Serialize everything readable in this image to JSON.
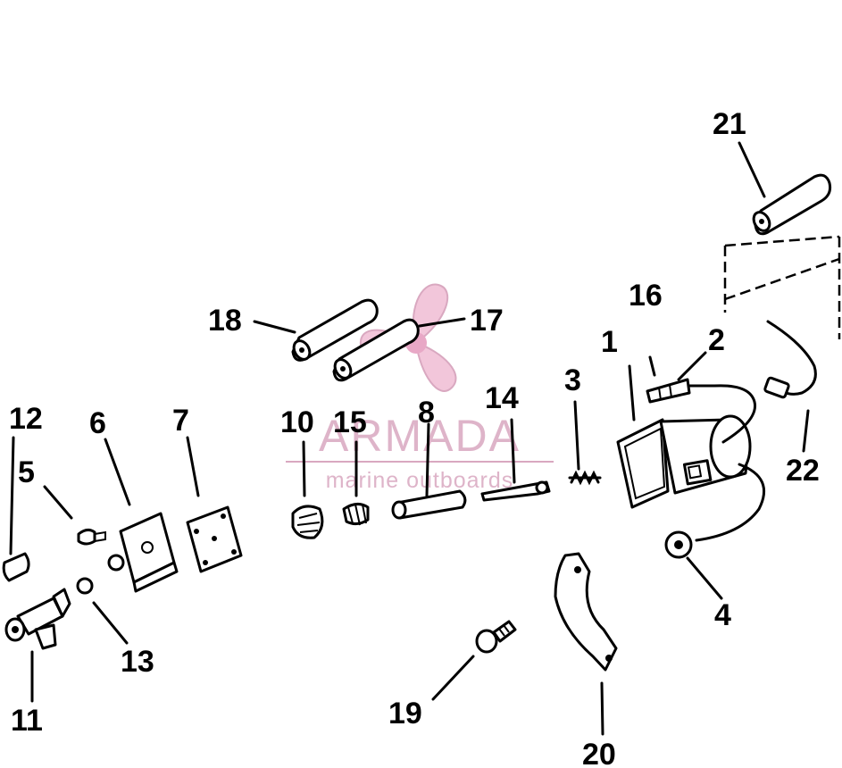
{
  "callouts": {
    "c1": "1",
    "c2": "2",
    "c3": "3",
    "c4": "4",
    "c5": "5",
    "c6": "6",
    "c7": "7",
    "c8": "8",
    "c10": "10",
    "c11": "11",
    "c12": "12",
    "c13": "13",
    "c14": "14",
    "c15": "15",
    "c16": "16",
    "c17": "17",
    "c18": "18",
    "c19": "19",
    "c20": "20",
    "c21": "21",
    "c22": "22"
  },
  "watermark": {
    "brand": "ARMADA",
    "tagline": "marine outboards",
    "color": "#d9a8c0",
    "icon": "propeller-icon"
  },
  "colors": {
    "ink": "#000000",
    "background": "#ffffff"
  }
}
